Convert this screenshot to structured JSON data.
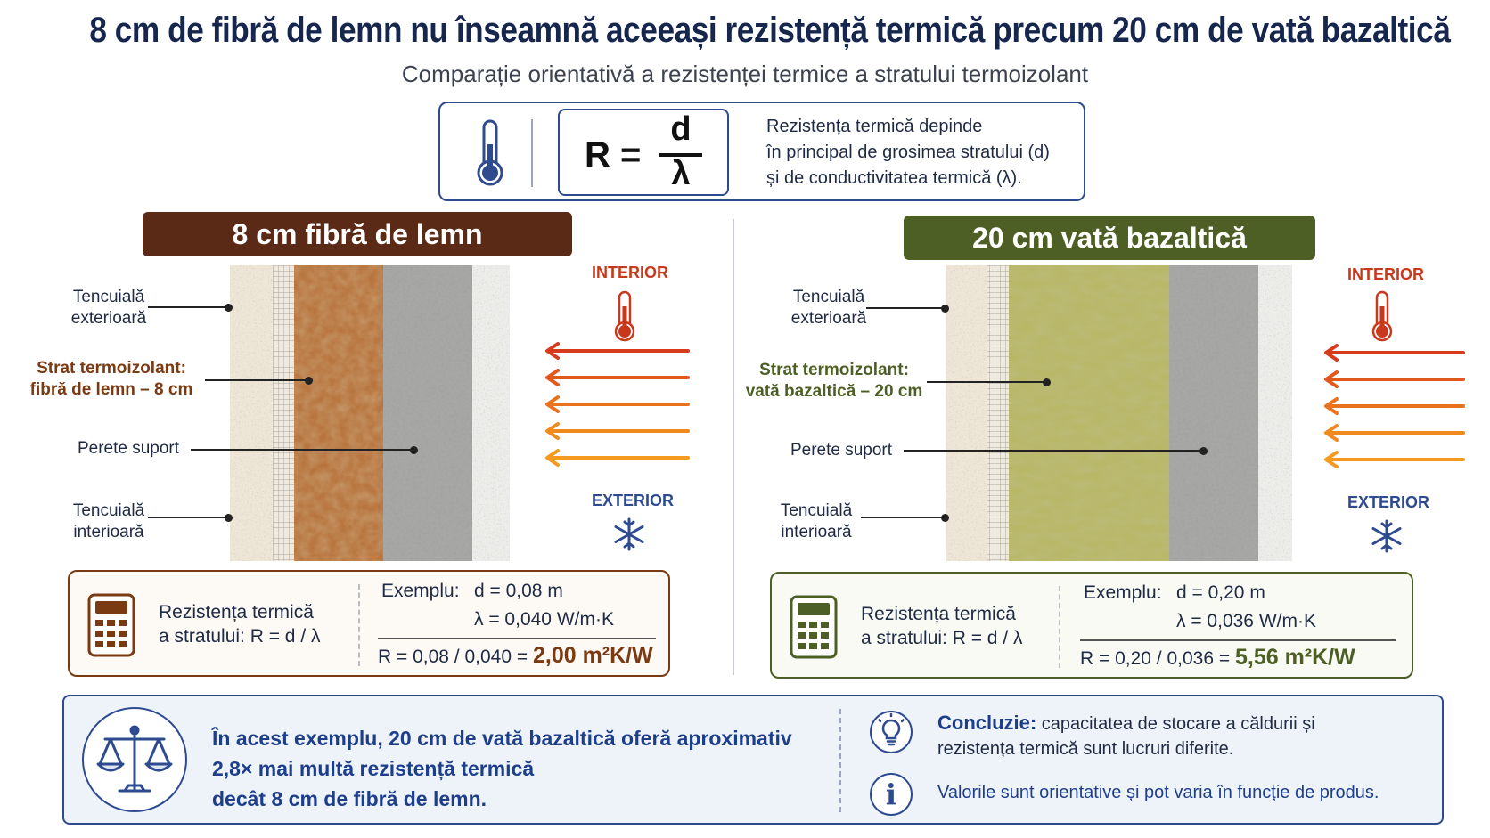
{
  "title": "8 cm de fibră de lemn nu înseamnă aceeași rezistență termică precum 20 cm de vată bazaltică",
  "subtitle": "Comparație orientativă a rezistenței termice a stratului termoizolant",
  "formula": {
    "lhs": "R =",
    "numerator": "d",
    "denominator": "λ",
    "note_lines": [
      "Rezistența termică depinde",
      "în principal de grosimea stratului (d)",
      "și de conductivitatea termică (λ)."
    ]
  },
  "left": {
    "header": "8 cm fibră de lemn",
    "labels": {
      "ext_plaster": [
        "Tencuială",
        "exterioară"
      ],
      "insulation": [
        "Strat termoizolant:",
        "fibră de lemn – 8 cm"
      ],
      "wall": "Perete suport",
      "int_plaster": [
        "Tencuială",
        "interioară"
      ]
    },
    "tag_interior": "INTERIOR",
    "tag_exterior": "EXTERIOR",
    "calc": {
      "label": [
        "Rezistența termică",
        "a stratului: R = d / λ"
      ],
      "example_label": "Exemplu:",
      "d": "d = 0,08 m",
      "lambda": "λ = 0,040 W/m·K",
      "result_expr": "R = 0,08 / 0,040 =",
      "result_value": "2,00 m²K/W"
    }
  },
  "right": {
    "header": "20 cm vată bazaltică",
    "labels": {
      "ext_plaster": [
        "Tencuială",
        "exterioară"
      ],
      "insulation": [
        "Strat termoizolant:",
        "vată bazaltică – 20 cm"
      ],
      "wall": "Perete suport",
      "int_plaster": [
        "Tencuială",
        "interioară"
      ]
    },
    "tag_interior": "INTERIOR",
    "tag_exterior": "EXTERIOR",
    "calc": {
      "label": [
        "Rezistența termică",
        "a stratului: R = d / λ"
      ],
      "example_label": "Exemplu:",
      "d": "d = 0,20 m",
      "lambda": "λ = 0,036 W/m·K",
      "result_expr": "R = 0,20 / 0,036 =",
      "result_value": "5,56 m²K/W"
    }
  },
  "bottom": {
    "main_lines": [
      "În acest exemplu, 20 cm de vată bazaltică oferă aproximativ",
      "2,8× mai multă rezistență termică",
      "decât 8 cm de fibră de lemn."
    ],
    "conclusion_label": "Concluzie:",
    "conclusion_text_1": "capacitatea de stocare a căldurii și",
    "conclusion_text_2": "rezistența termică sunt lucruri diferite.",
    "info_symbol": "i",
    "note": "Valorile sunt orientative și pot varia în funcție de produs."
  },
  "colors": {
    "title": "#16264d",
    "wood_header": "#5a2a17",
    "basalt_header": "#4d5f24",
    "interior_red": "#c8381c",
    "exterior_blue": "#2e4b8f",
    "arrow_gradient": [
      "#d83a1c",
      "#f59a1f"
    ]
  },
  "icons": [
    "thermometer-icon",
    "snowflake-icon",
    "calculator-icon",
    "scale-icon",
    "lightbulb-icon",
    "info-icon"
  ]
}
